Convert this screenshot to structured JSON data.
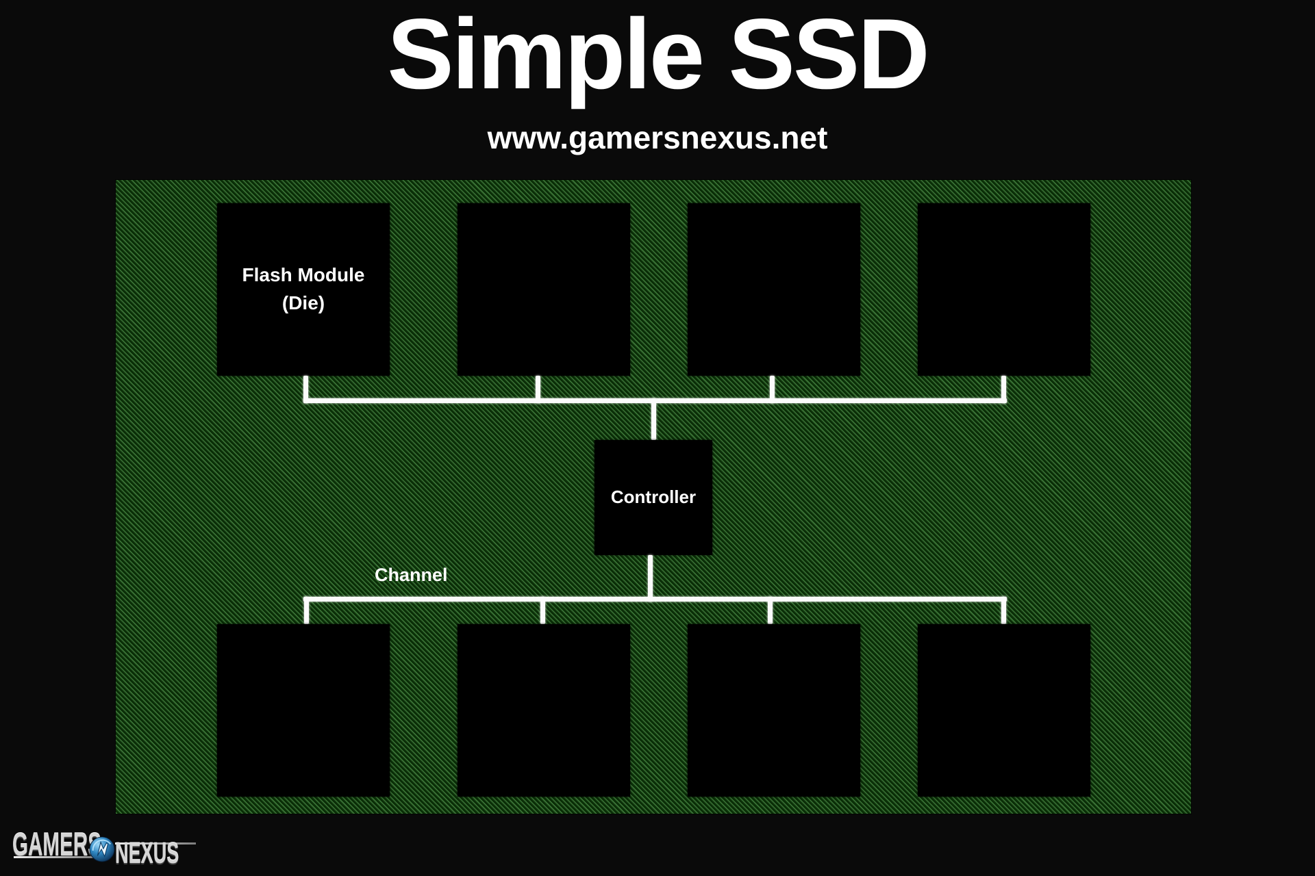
{
  "page": {
    "title": "Simple SSD",
    "subtitle": "www.gamersnexus.net"
  },
  "board": {
    "flash_module": {
      "line1": "Flash Module",
      "line2": "(Die)"
    },
    "controller_label": "Controller",
    "channel_label": "Channel",
    "top_row_chip_count": 4,
    "bottom_row_chip_count": 4
  },
  "logo": {
    "gamers": "GAMERS",
    "nexus": "NEXUS"
  },
  "colors": {
    "background": "#0a0a0a",
    "pcb_dark_green": "#0c3509",
    "pcb_light_green": "#3f7c3a",
    "chip_black": "#000000",
    "trace_white": "#ffffff",
    "text_white": "#ffffff",
    "logo_silver": "#d6d6d6",
    "emblem_blue": "#2e86c1"
  }
}
